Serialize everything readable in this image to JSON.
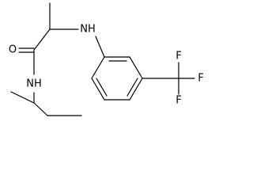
{
  "molecule": {
    "atoms": {
      "O": "O",
      "NH_amide": "NH",
      "NH_amine": "NH",
      "F_top": "F",
      "F_right": "F",
      "F_bottom": "F"
    },
    "colors": {
      "stroke": "#000000",
      "label": "#000000",
      "background": "#ffffff"
    }
  }
}
